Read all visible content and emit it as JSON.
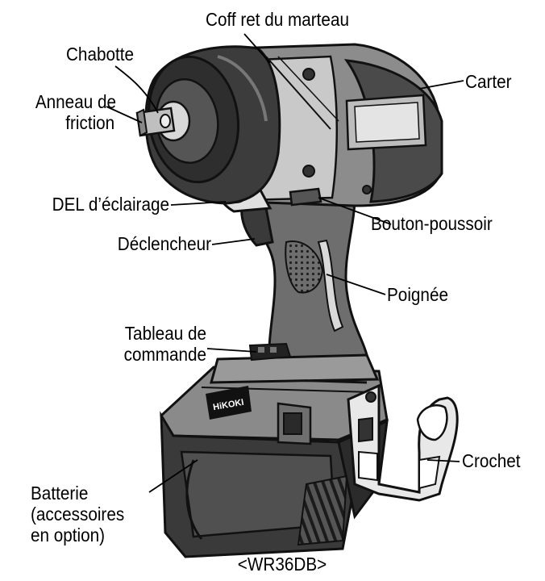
{
  "labels": {
    "coffret": "Coff ret du marteau",
    "chabotte": "Chabotte",
    "anneau_line1": "Anneau de",
    "anneau_line2": "friction",
    "carter": "Carter",
    "del": "DEL d’éclairage",
    "bouton": "Bouton-poussoir",
    "declencheur": "Déclencheur",
    "poignee": "Poignée",
    "tableau_line1": "Tableau de",
    "tableau_line2": "commande",
    "crochet": "Crochet",
    "batterie_line1": "Batterie",
    "batterie_line2": "(accessoires",
    "batterie_line3": "en option)"
  },
  "model": "<WR36DB>",
  "battery_brand": "HiKOKI"
}
